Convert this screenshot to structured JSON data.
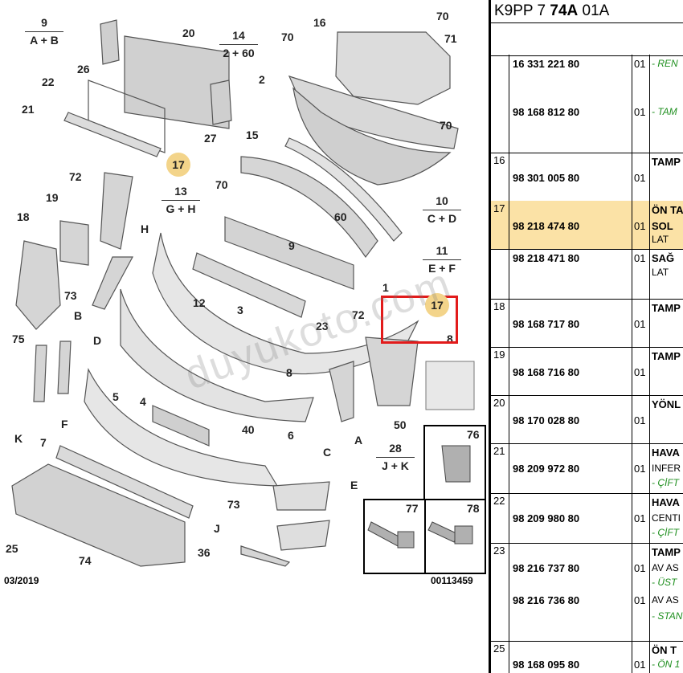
{
  "panel": {
    "header_prefix": "K9PP 7 ",
    "header_bold": "74A",
    "header_suffix": " 01A",
    "rows": [
      {
        "num": "",
        "lines": [
          {
            "pn": "16 331 221 80",
            "qty": "01",
            "desc": "- REN",
            "style": "green"
          },
          {
            "pn": "98 168 812 80",
            "qty": "01",
            "desc": "- TAM",
            "style": "green"
          }
        ]
      },
      {
        "num": "16",
        "lines": [
          {
            "pn": "98 301 005 80",
            "qty": "01",
            "desc": "TAMP",
            "style": "bold"
          }
        ]
      },
      {
        "num": "17",
        "highlight": true,
        "lines": [
          {
            "pn": "98 218 474 80",
            "qty": "01",
            "desc": "ÖN TA",
            "style": "bold",
            "d2": "SOL",
            "d3": "LAT"
          },
          {
            "pn": "98 218 471 80",
            "qty": "01",
            "desc": "SAĞ",
            "style": "bold",
            "d2": "LAT"
          }
        ]
      },
      {
        "num": "18",
        "lines": [
          {
            "pn": "98 168 717 80",
            "qty": "01",
            "desc": "TAMP",
            "style": "bold"
          }
        ]
      },
      {
        "num": "19",
        "lines": [
          {
            "pn": "98 168 716 80",
            "qty": "01",
            "desc": "TAMP",
            "style": "bold"
          }
        ]
      },
      {
        "num": "20",
        "lines": [
          {
            "pn": "98 170 028 80",
            "qty": "01",
            "desc": "YÖNL",
            "style": "bold"
          }
        ]
      },
      {
        "num": "21",
        "lines": [
          {
            "pn": "98 209 972 80",
            "qty": "01",
            "desc": "HAVA",
            "style": "bold",
            "d2": "INFER",
            "d3": "- ÇİFT"
          }
        ]
      },
      {
        "num": "22",
        "lines": [
          {
            "pn": "98 209 980 80",
            "qty": "01",
            "desc": "HAVA",
            "style": "bold",
            "d2": "CENTI",
            "d3": "- ÇİFT"
          }
        ]
      },
      {
        "num": "23",
        "lines": [
          {
            "pn": "98 216 737 80",
            "qty": "01",
            "desc": "TAMP",
            "style": "bold",
            "d2": "AV AS",
            "d3": "- ÜST"
          },
          {
            "pn": "98 216 736 80",
            "qty": "01",
            "desc": "AV AS",
            "style": "sub",
            "d2": "- STAN"
          }
        ]
      },
      {
        "num": "25",
        "lines": [
          {
            "pn": "98 168 095 80",
            "qty": "01",
            "desc": "ÖN T",
            "style": "bold",
            "d2": "- ÖN 1"
          }
        ]
      }
    ]
  },
  "diagram": {
    "callouts": [
      "70",
      "16",
      "71",
      "9",
      "20",
      "14",
      "70",
      "26",
      "22",
      "2",
      "21",
      "27",
      "15",
      "70",
      "72",
      "13",
      "17",
      "19",
      "18",
      "70",
      "10",
      "11",
      "12",
      "3",
      "73",
      "H",
      "72",
      "17",
      "B",
      "23",
      "75",
      "D",
      "1",
      "8",
      "6",
      "5",
      "4",
      "50",
      "40",
      "F",
      "K",
      "7",
      "C",
      "E",
      "A",
      "76",
      "28",
      "77",
      "78",
      "73",
      "25",
      "36",
      "J",
      "74"
    ],
    "groups": [
      {
        "num": "9",
        "sub": "A + B"
      },
      {
        "num": "14",
        "sub": "2 + 60"
      },
      {
        "num": "13",
        "sub": "G + H"
      },
      {
        "num": "10",
        "sub": "C + D"
      },
      {
        "num": "11",
        "sub": "E + F"
      },
      {
        "num": "28",
        "sub": "J + K"
      }
    ],
    "badge_top": "17",
    "badge_highlight": "17",
    "date": "03/2019",
    "ref": "00113459",
    "watermark": "duyukoto.com"
  }
}
